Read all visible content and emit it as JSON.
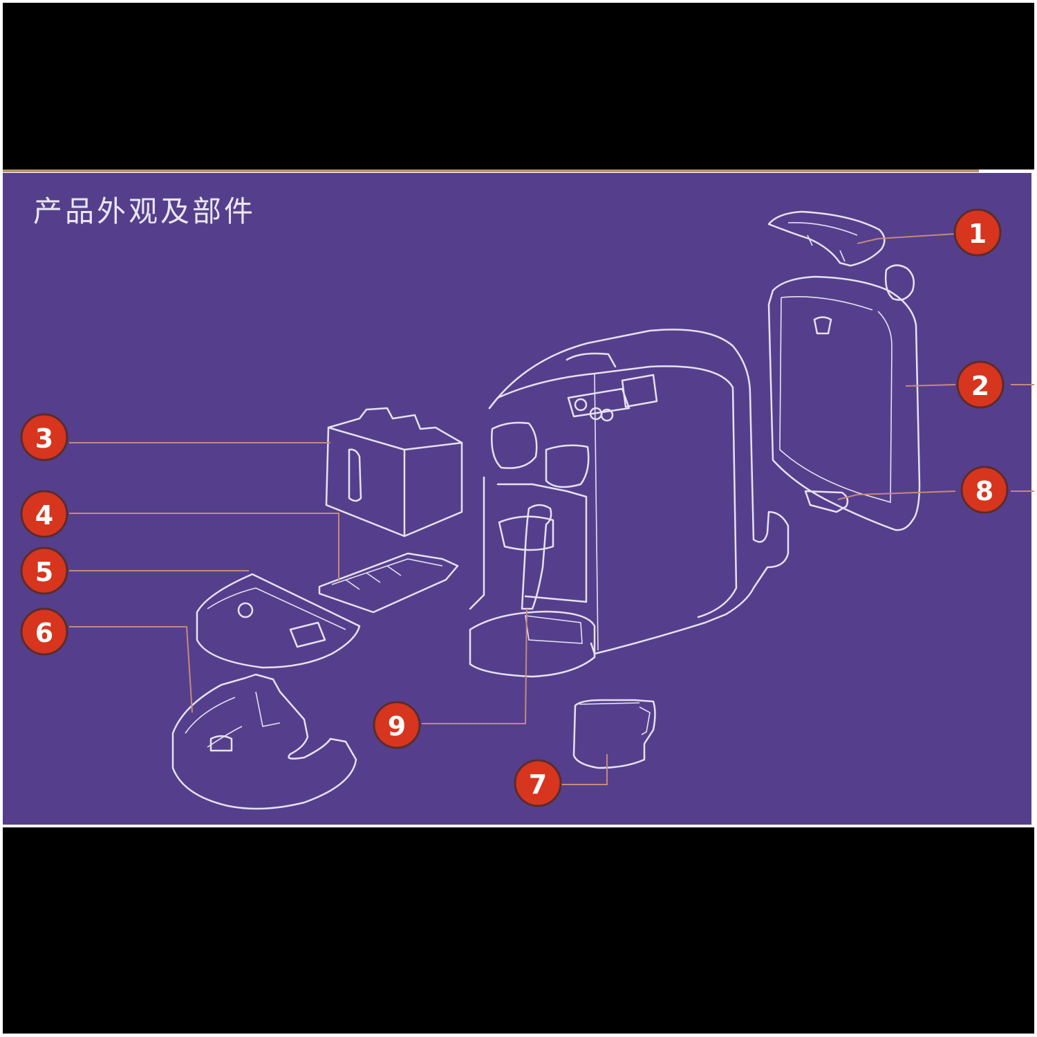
{
  "title": "产品外观及部件",
  "colors": {
    "panel": "#553f8c",
    "callout": "#d7351e",
    "lines": "#e6e2f2",
    "frame": "#000000"
  },
  "callouts": [
    {
      "label": "1"
    },
    {
      "label": "2"
    },
    {
      "label": "3"
    },
    {
      "label": "4"
    },
    {
      "label": "5"
    },
    {
      "label": "6"
    },
    {
      "label": "7"
    },
    {
      "label": "8"
    },
    {
      "label": "9"
    }
  ]
}
